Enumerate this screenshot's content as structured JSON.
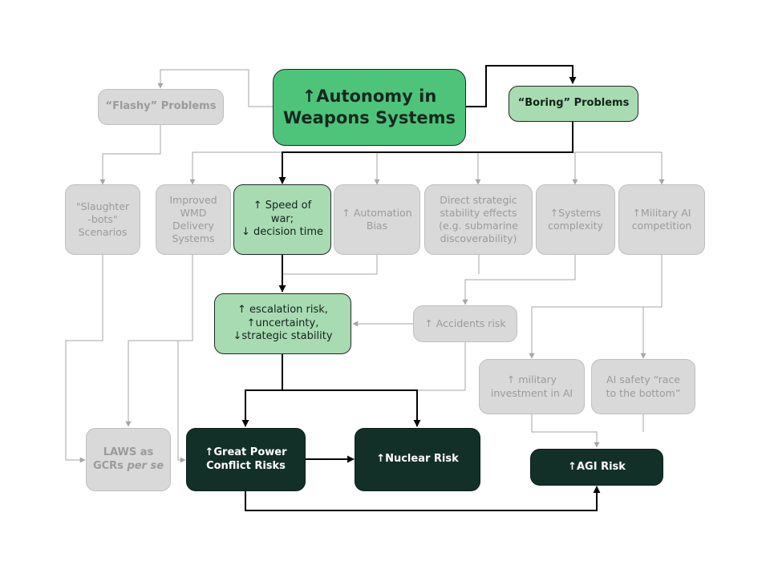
{
  "diagram": {
    "main": "↑Autonomy in\nWeapons Systems",
    "flashy": "“Flashy” Problems",
    "boring": "“Boring” Problems",
    "slaughterbots": "\"Slaughter\n-bots\"\nScenarios",
    "wmd": "Improved\nWMD\nDelivery\nSystems",
    "speed_of_war": "↑ Speed of\nwar;\n↓ decision time",
    "automation_bias": "↑ Automation\nBias",
    "strategic_stability": "Direct  strategic\nstability effects\n(e.g. submarine\ndiscoverability)",
    "systems_complexity": "↑Systems\ncomplexity",
    "military_ai": "↑Military AI\ncompetition",
    "escalation": "↑ escalation risk,\n↑uncertainty,\n↓strategic stability",
    "accidents": "↑ Accidents risk",
    "military_investment": "↑ military\ninvestment in AI",
    "race_to_bottom": "AI safety “race\nto the bottom”",
    "laws_line1": "LAWS as",
    "laws_line2": "GCRs ",
    "laws_italic": "per se",
    "great_power": "↑Great Power\nConflict Risks",
    "nuclear": "↑Nuclear Risk",
    "agi": "↑AGI Risk"
  },
  "colors": {
    "main_fill": "#4dc47a",
    "light_fill": "#a8dbb1",
    "dark_fill": "#133028",
    "grey_fill": "#d9d9d9",
    "grey_line": "#a6a6a6",
    "black_line": "#000000"
  }
}
